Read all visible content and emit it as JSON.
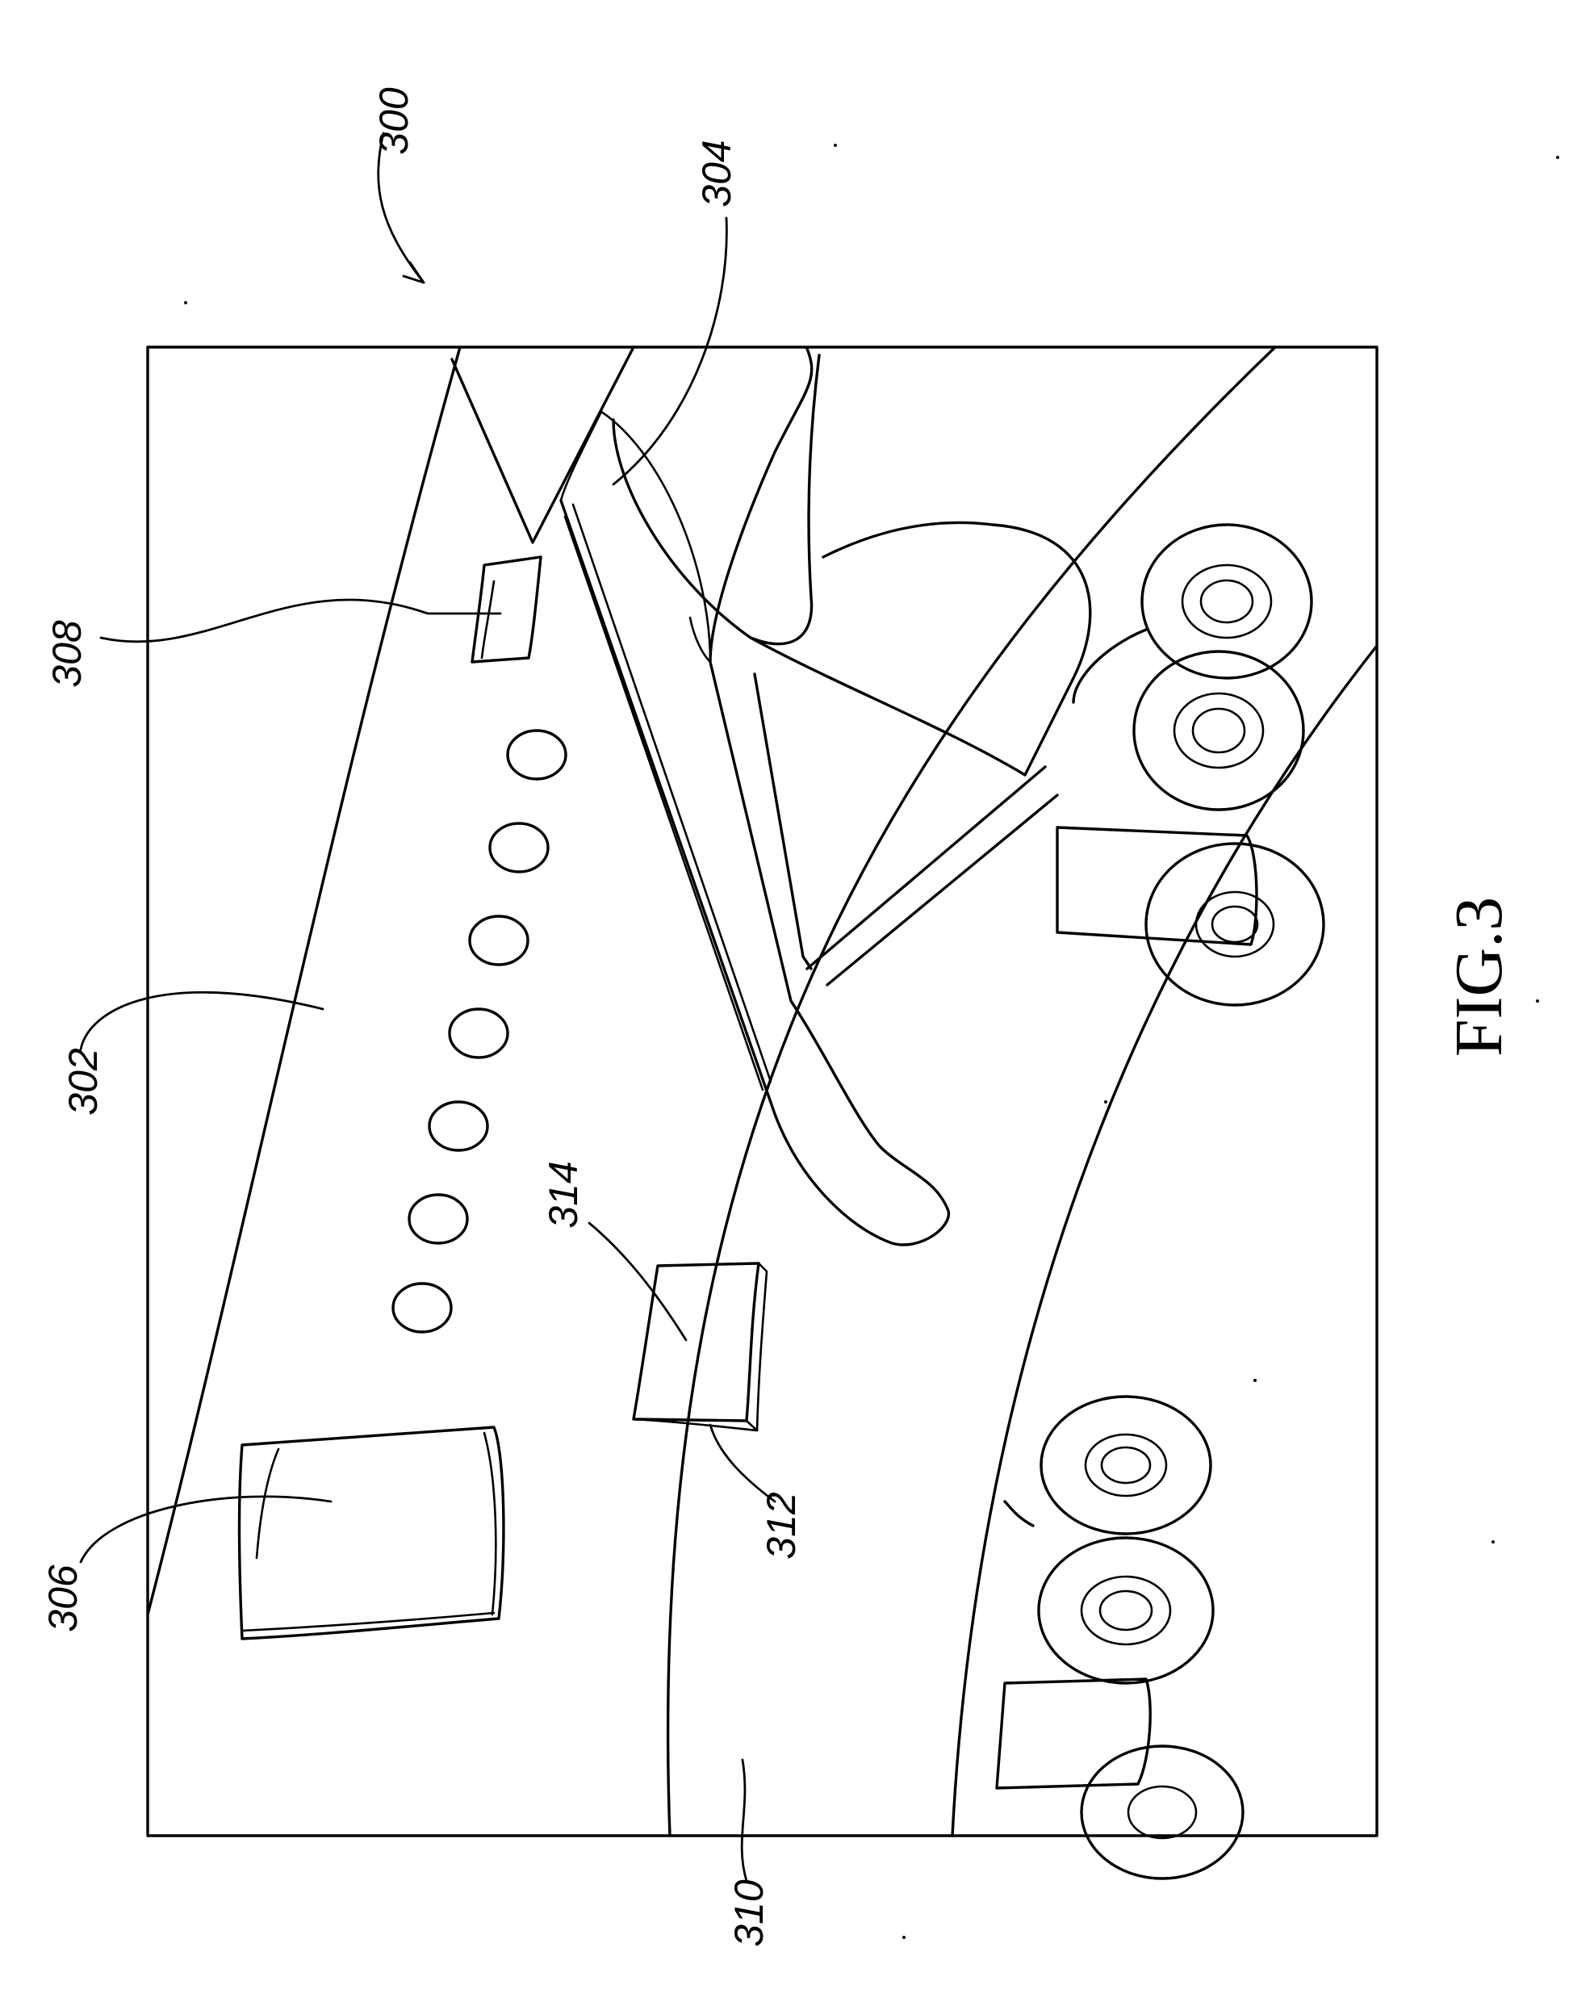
{
  "figure": {
    "title": "FIG.3",
    "labels": {
      "assembly": "300",
      "fuselage": "302",
      "wing": "304",
      "front_door": "306",
      "rear_door": "308",
      "belly": "310",
      "cargo_frame": "312",
      "cargo_door": "314"
    }
  },
  "colors": {
    "ink": "#000000",
    "paper": "#ffffff"
  }
}
